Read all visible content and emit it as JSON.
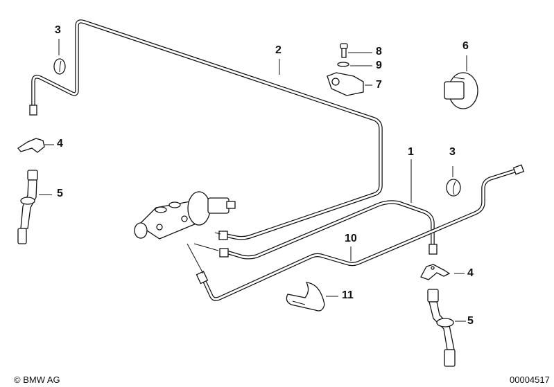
{
  "diagram": {
    "title": "Brake pipe assembly",
    "parts": [
      {
        "id": "brake-pipe-1",
        "label": "1"
      },
      {
        "id": "brake-pipe-2",
        "label": "2"
      },
      {
        "id": "cap-3-left",
        "label": "3"
      },
      {
        "id": "cap-3-right",
        "label": "3"
      },
      {
        "id": "bracket-4-left",
        "label": "4"
      },
      {
        "id": "bracket-4-right",
        "label": "4"
      },
      {
        "id": "brake-hose-5-left",
        "label": "5"
      },
      {
        "id": "brake-hose-5-right",
        "label": "5"
      },
      {
        "id": "grommet-6",
        "label": "6"
      },
      {
        "id": "holder-7",
        "label": "7"
      },
      {
        "id": "screw-8",
        "label": "8"
      },
      {
        "id": "washer-9",
        "label": "9"
      },
      {
        "id": "brake-pipe-10",
        "label": "10"
      },
      {
        "id": "pipe-clip-11",
        "label": "11"
      }
    ]
  },
  "footer": {
    "copyright": "© BMW AG",
    "drawing_number": "00004517"
  }
}
